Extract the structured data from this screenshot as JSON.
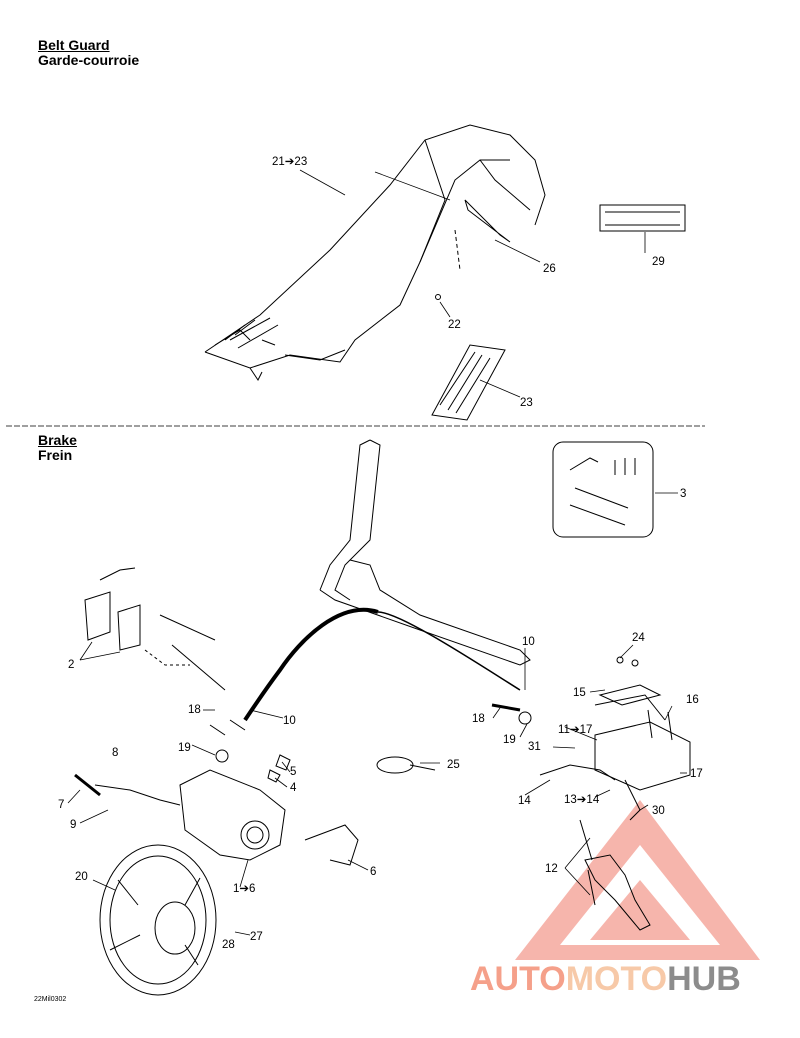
{
  "sections": {
    "belt_guard": {
      "title_en": "Belt Guard",
      "title_fr": "Garde-courroie"
    },
    "brake": {
      "title_en": "Brake",
      "title_fr": "Frein"
    }
  },
  "callouts": {
    "belt_guard": [
      "21➔23",
      "26",
      "29",
      "22",
      "23"
    ],
    "brake": [
      "3",
      "24",
      "10",
      "15",
      "16",
      "18",
      "11➔17",
      "19",
      "31",
      "17",
      "14",
      "13➔14",
      "30",
      "25",
      "2",
      "18",
      "10",
      "19",
      "8",
      "5",
      "4",
      "7",
      "9",
      "6",
      "20",
      "1➔6",
      "12",
      "27",
      "28"
    ]
  },
  "reference_code": "22Mil0302",
  "watermark": {
    "part1": "AUTO",
    "part2": "MOTO",
    "part3": "HUB"
  },
  "colors": {
    "ink": "#000000",
    "watermark_red": "#f08070",
    "watermark_peach": "#f5c6a0",
    "watermark_gray": "#8c8c8c"
  }
}
